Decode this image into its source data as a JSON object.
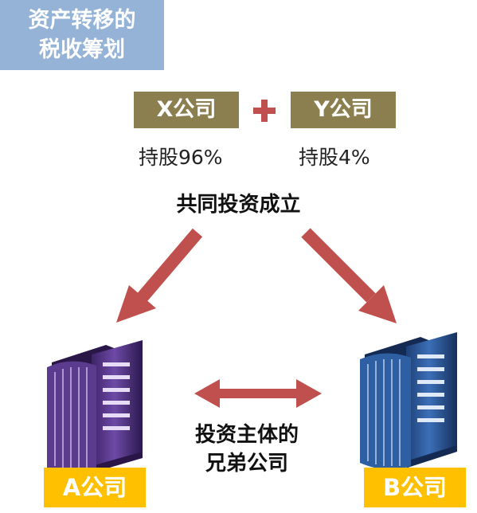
{
  "title": {
    "line1": "资产转移的",
    "line2": "税收筹划"
  },
  "shareholders": {
    "x": {
      "name": "X公司",
      "stake": "持股96%"
    },
    "plus_icon": "plus-icon",
    "y": {
      "name": "Y公司",
      "stake": "持股4%"
    }
  },
  "joint_label": "共同投资成立",
  "subsidiaries": {
    "a": {
      "name": "A公司",
      "icon": "office-building-icon"
    },
    "b": {
      "name": "B公司",
      "icon": "office-building-icon"
    }
  },
  "relationship": {
    "line1": "投资主体的",
    "line2": "兄弟公司"
  },
  "colors": {
    "title_bg": "#95b3d7",
    "shareholder_bg": "#8c7f4f",
    "arrow": "#c0504d",
    "label_bg": "#ffc000",
    "building_a": "#5b3a8c",
    "building_b": "#2e5b9a"
  }
}
